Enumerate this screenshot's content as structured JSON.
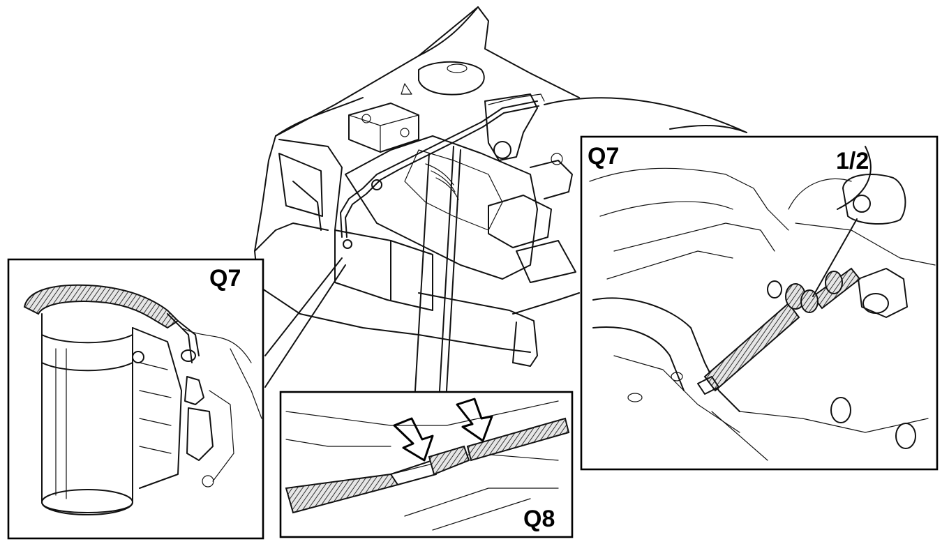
{
  "labels": {
    "left_panel": "Q7",
    "middle_panel": "Q8",
    "right_panel": "Q7",
    "fraction": "1/2"
  }
}
